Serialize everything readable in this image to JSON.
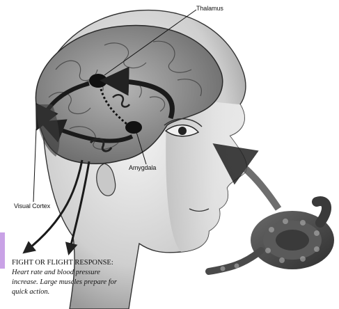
{
  "labels": {
    "thalamus": "Thalamus",
    "amygdala": "Amygdala",
    "visual_cortex": "Visual Cortex"
  },
  "response": {
    "title": "FIGHT OR FLIGHT RESPONSE:",
    "lines": [
      "Heart rate and blood pressure",
      "increase. Large muscles prepare for",
      "quick action."
    ]
  },
  "colors": {
    "ink": "#111111",
    "shading": "#8a8a8a",
    "accent_strip": "#c9a2e6"
  }
}
